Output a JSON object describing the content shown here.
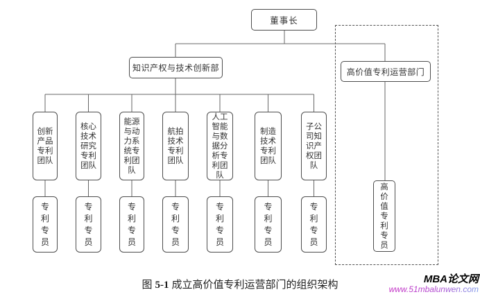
{
  "org": {
    "chairman": "董事长",
    "ip_dept": "知识产权与技术创新部",
    "hv_dept": "高价值专利运营部门",
    "teams": [
      "创新\n产品\n专利\n团队",
      "核心\n技术\n研究\n专利\n团队",
      "能源\n与动\n力系\n统专\n利团\n队",
      "航拍\n技术\n专利\n团队",
      "人工\n智能\n与数\n据分\n析专\n利团\n队",
      "制造\n技术\n专利\n团队",
      "子公\n司知\n识产\n权团\n队"
    ],
    "specialist": "专\n利\n专\n员",
    "hv_specialist": "高\n价\n值\n专\n利\n专\n员"
  },
  "caption": {
    "figure_prefix": "图",
    "figure_number": "5-1",
    "figure_title": "成立高价值专利运营部门的组织架构"
  },
  "watermark": {
    "site_name": "MBA论文网",
    "site_url": "www.51mbalunwen.com"
  },
  "colors": {
    "connector_line": "#666666",
    "box_border": "#4c4c4c",
    "dashed_border": "#4f4f4f",
    "text": "#333333",
    "url_gradient_start": "#c42fc4",
    "url_gradient_end": "#7d9bea"
  }
}
